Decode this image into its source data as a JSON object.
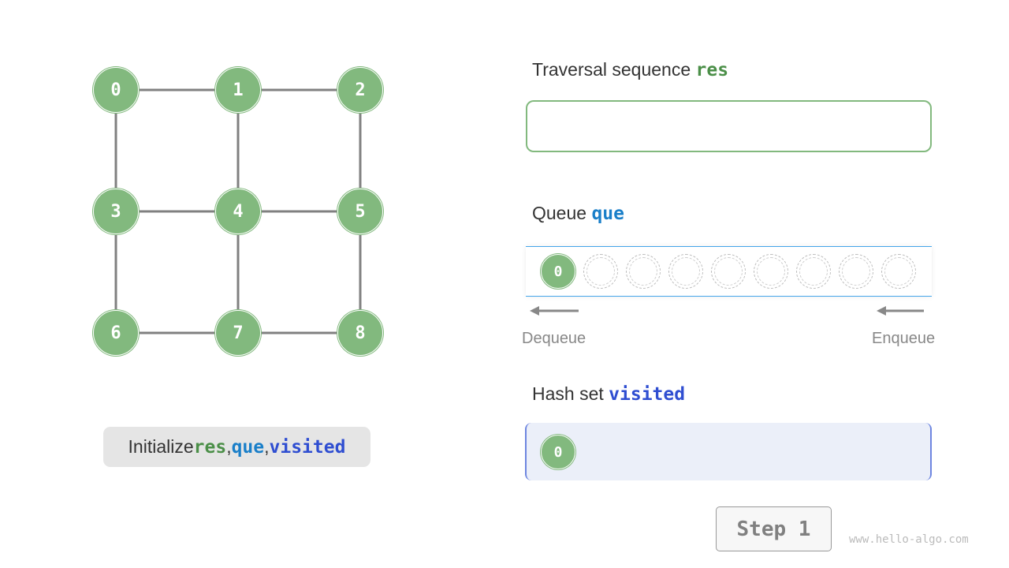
{
  "graph": {
    "nodes": [
      "0",
      "1",
      "2",
      "3",
      "4",
      "5",
      "6",
      "7",
      "8"
    ],
    "edges": [
      [
        0,
        1
      ],
      [
        1,
        2
      ],
      [
        0,
        3
      ],
      [
        1,
        4
      ],
      [
        2,
        5
      ],
      [
        3,
        4
      ],
      [
        4,
        5
      ],
      [
        3,
        6
      ],
      [
        4,
        7
      ],
      [
        5,
        8
      ],
      [
        6,
        7
      ],
      [
        7,
        8
      ]
    ],
    "node_color": "#82b97e",
    "edge_color": "#808080"
  },
  "res": {
    "label": "Traversal sequence ",
    "var": "res",
    "items": []
  },
  "queue": {
    "label": "Queue ",
    "var": "que",
    "items": [
      "0"
    ],
    "capacity": 9,
    "dequeue": "Dequeue",
    "enqueue": "Enqueue"
  },
  "visited": {
    "label": "Hash set ",
    "var": "visited",
    "items": [
      "0"
    ]
  },
  "caption": {
    "prefix": "Initialize ",
    "v1": "res",
    "sep1": ", ",
    "v2": "que",
    "sep2": ", ",
    "v3": "visited"
  },
  "step": "Step 1",
  "watermark": "www.hello-algo.com",
  "colors": {
    "res": "#4b8f48",
    "que": "#1a7fc9",
    "visited": "#2f4ed1",
    "set_bg": "#ebeff9"
  }
}
